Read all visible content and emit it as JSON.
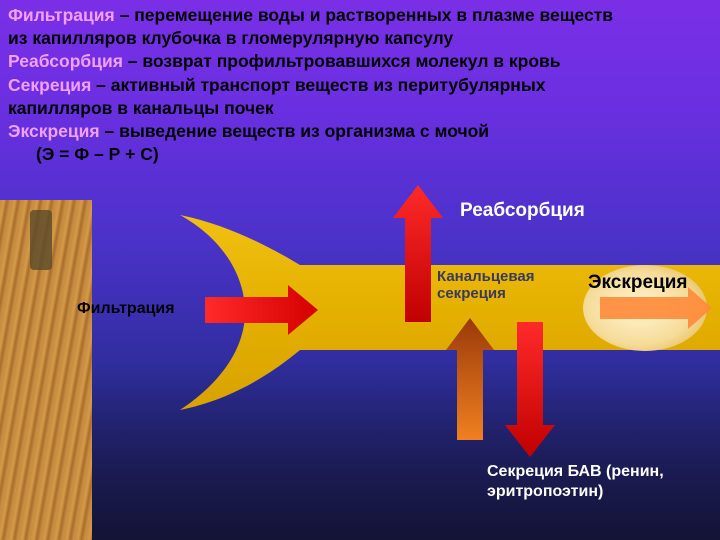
{
  "definitions": [
    {
      "term": "Фильтрация",
      "rest": " – перемещение воды и растворенных в плазме веществ"
    },
    {
      "term": "",
      "rest": "из капилляров клубочка в гломерулярную капсулу"
    },
    {
      "term": "Реабсорбция",
      "rest": " – возврат профильтровавшихся молекул в кровь"
    },
    {
      "term": "Секреция",
      "rest": " – активный транспорт веществ из перитубулярных"
    },
    {
      "term": "",
      "rest": "капилляров в канальцы почек"
    },
    {
      "term": "Экскреция",
      "rest": " – выведение веществ из организма с мочой"
    }
  ],
  "formula": "(Э = Ф – Р + С)",
  "labels": {
    "filtration": "Фильтрация",
    "reabsorption": "Реабсорбция",
    "tubular_secretion_line1": "Канальцевая",
    "tubular_secretion_line2": "секреция",
    "excretion": "Экскреция",
    "bav_line1": "Секреция БАВ (ренин,",
    "bav_line2": "эритропоэтин)"
  },
  "colors": {
    "term": "#f2a0ff",
    "tubule": "#e8b400",
    "arrow_red": "#ee1111",
    "arrow_orange": "#d86a18",
    "excretion_oval": "#f8e2a8"
  }
}
